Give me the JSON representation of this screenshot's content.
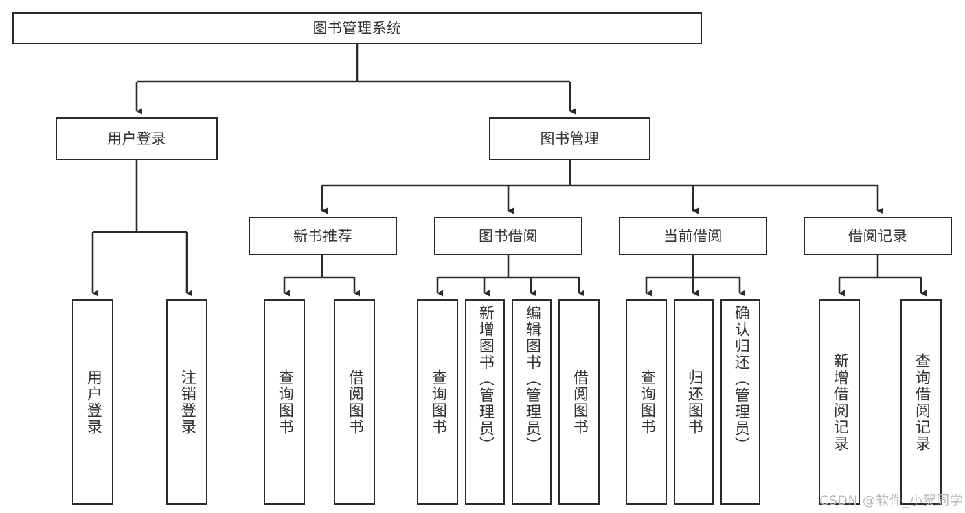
{
  "diagram": {
    "title_node": {
      "label": "图书管理系统"
    },
    "level2": [
      {
        "label": "用户登录"
      },
      {
        "label": "图书管理"
      }
    ],
    "level3": [
      {
        "label": "新书推荐"
      },
      {
        "label": "图书借阅"
      },
      {
        "label": "当前借阅"
      },
      {
        "label": "借阅记录"
      }
    ],
    "leaves": {
      "user_login": [
        {
          "label": "用户登录"
        },
        {
          "label": "注销登录"
        }
      ],
      "new_book_recommend": [
        {
          "label": "查询图书"
        },
        {
          "label": "借阅图书"
        }
      ],
      "book_borrow": [
        {
          "label": "查询图书"
        },
        {
          "label": "新增图书（管理员）"
        },
        {
          "label": "编辑图书（管理员）"
        },
        {
          "label": "借阅图书"
        }
      ],
      "current_borrow": [
        {
          "label": "查询图书"
        },
        {
          "label": "归还图书"
        },
        {
          "label": "确认归还（管理员）"
        }
      ],
      "borrow_record": [
        {
          "label": "新增借阅记录"
        },
        {
          "label": "查询借阅记录"
        }
      ]
    },
    "watermark": {
      "text": "CSDN @软件_小贺同学"
    },
    "colors": {
      "stroke": "#2b2b2b",
      "text": "#333333",
      "background": "#ffffff",
      "watermark": "#b9b9b9"
    }
  }
}
